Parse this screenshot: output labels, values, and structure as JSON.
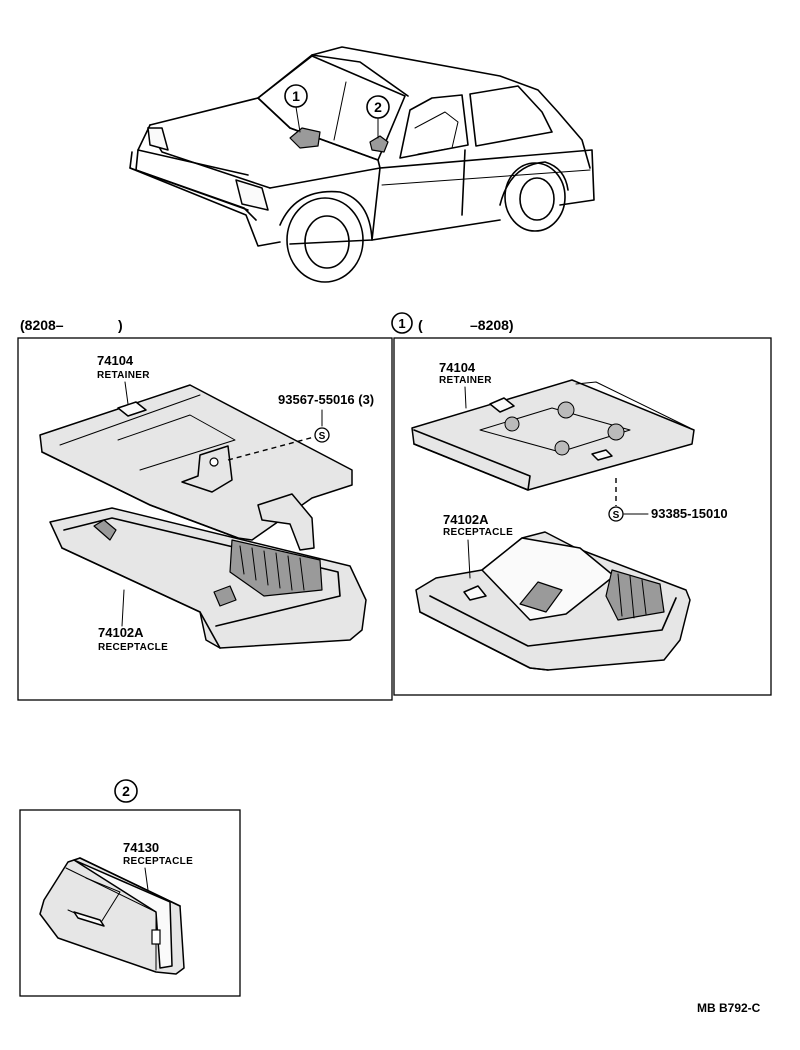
{
  "diagram": {
    "callouts": {
      "one": "1",
      "two": "2"
    },
    "left_panel": {
      "header_open": "(8208–",
      "header_close": ")",
      "retainer": {
        "part_no": "74104",
        "name": "RETAINER"
      },
      "screw": {
        "part_no": "93567-55016 (3)",
        "symbol": "S"
      },
      "receptacle": {
        "part_no": "74102A",
        "name": "RECEPTACLE"
      }
    },
    "right_panel": {
      "header_callout": "1",
      "header_open": "(",
      "header_close": "–8208)",
      "retainer": {
        "part_no": "74104",
        "name": "RETAINER"
      },
      "screw": {
        "part_no": "93385-15010",
        "symbol": "S"
      },
      "receptacle": {
        "part_no": "74102A",
        "name": "RECEPTACLE"
      }
    },
    "bottom_panel": {
      "header_callout": "2",
      "receptacle": {
        "part_no": "74130",
        "name": "RECEPTACLE"
      }
    },
    "footer_code": "MB  B792-C"
  }
}
